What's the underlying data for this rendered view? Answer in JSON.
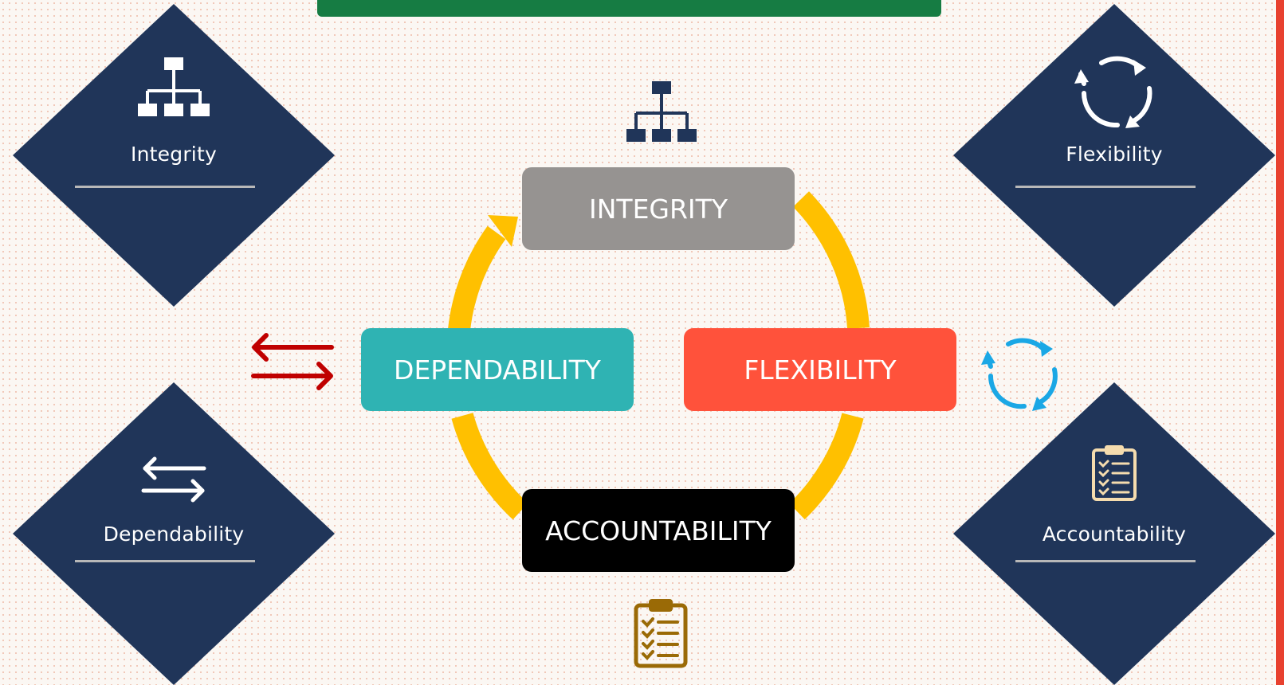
{
  "colors": {
    "diamond": "#203559",
    "ring": "#ffc000",
    "integrity_box": "#969391",
    "dependability_box": "#2fb3b3",
    "flexibility_box": "#ff523b",
    "accountability_box": "#000000",
    "banner": "#167c43",
    "edge": "#e8412f",
    "hierarchy_icon": "#203559",
    "arrows_icon": "#c00000",
    "cycle_icon": "#1aa7e5",
    "clipboard_icon": "#9a6a06",
    "clipboard_icon_light": "#f5dcae"
  },
  "diamonds": {
    "integrity": {
      "label": "Integrity",
      "icon": "hierarchy-icon"
    },
    "flexibility": {
      "label": "Flexibility",
      "icon": "cycle-icon"
    },
    "dependability": {
      "label": "Dependability",
      "icon": "exchange-arrows-icon"
    },
    "accountability": {
      "label": "Accountability",
      "icon": "clipboard-checklist-icon"
    }
  },
  "boxes": {
    "integrity": "INTEGRITY",
    "dependability": "DEPENDABILITY",
    "flexibility": "FLEXIBILITY",
    "accountability": "ACCOUNTABILITY"
  }
}
